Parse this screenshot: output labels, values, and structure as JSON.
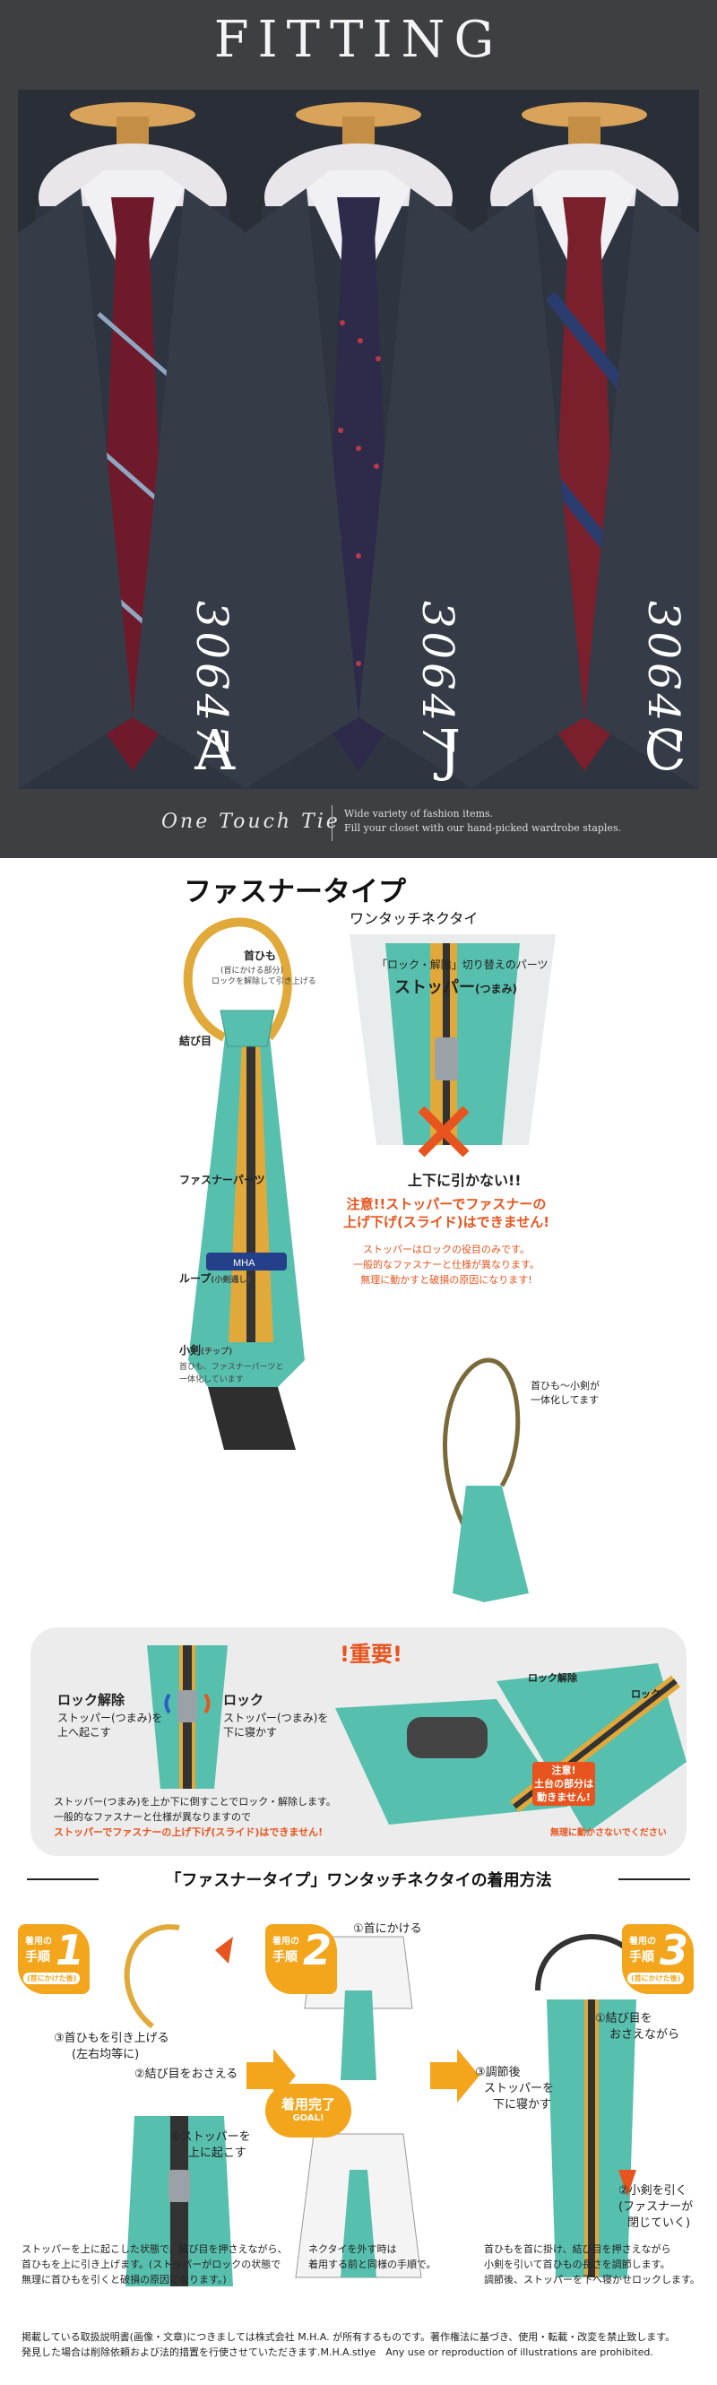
{
  "fitting": {
    "title": "FITTING",
    "panels": [
      {
        "code": "30647",
        "letter": "A",
        "tie_color": "#6e1a2b",
        "stripe_color": "#8fa7c2"
      },
      {
        "code": "30647",
        "letter": "J",
        "tie_color": "#2d2a4a",
        "stripe_color": "#b83a4a"
      },
      {
        "code": "30647",
        "letter": "C",
        "tie_color": "#7a1f2c",
        "stripe_color": "#2a3c6e"
      }
    ],
    "script_text": "One Touch Tie",
    "tagline_1": "Wide variety of fashion items.",
    "tagline_2": "Fill your closet with our hand-picked wardrobe staples."
  },
  "zipper": {
    "title": "ファスナータイプ",
    "subtitle": "ワンタッチネクタイ",
    "neck_strap": "首ひも",
    "neck_strap_note_1": "(首にかける部分)",
    "neck_strap_note_2": "ロックを解除して引き上げる",
    "knot": "結び目",
    "zipper_parts": "ファスナーパーツ",
    "loop": "ループ",
    "loop_note": "(小剣通し)",
    "tip": "小剣",
    "tip_note": "(チップ)",
    "tip_desc_1": "首ひも、ファスナーパーツと",
    "tip_desc_2": "一体化しています",
    "switch_parts": "「ロック・解除」切り替えのパーツ",
    "stopper": "ストッパー",
    "stopper_knob": "(つまみ)",
    "do_not_pull": "上下に引かない!!",
    "warn_1": "注意!!ストッパーでファスナーの",
    "warn_2": "上げ下げ(スライド)はできません!",
    "note_1": "ストッパーはロックの役目のみです。",
    "note_2": "一般的なファスナーと仕様が異なります。",
    "note_3": "無理に動かすと破損の原因になります!",
    "integrated_1": "首ひも〜小剣が",
    "integrated_2": "一体化してます",
    "brand": "MHA"
  },
  "important": {
    "title": "!重要!",
    "unlock": "ロック解除",
    "unlock_desc_1": "ストッパー(つまみ)を",
    "unlock_desc_2": "上へ起こす",
    "lock": "ロック",
    "lock_desc_1": "ストッパー(つまみ)を",
    "lock_desc_2": "下に寝かす",
    "note_1": "ストッパー(つまみ)を上か下に倒すことでロック・解除します。",
    "note_2": "一般的なファスナーと仕様が異なりますので",
    "note_3": "ストッパーでファスナーの上げ下げ(スライド)はできません!",
    "lock_release": "ロック解除",
    "lock_label": "ロック",
    "caution_1": "注意!",
    "caution_2": "土台の部分は",
    "caution_3": "動きません!",
    "caution_4": "無理に動かさないでください"
  },
  "howto": {
    "title": "「ファスナータイプ」ワンタッチネクタイの着用方法",
    "step_label": "着用の",
    "step_word": "手順",
    "step_tag": "(首にかけた後)",
    "steps": [
      {
        "num": "1",
        "a": "③首ひもを引き上げる",
        "b": "(左右均等に)",
        "c": "②結び目をおさえる",
        "d": "①ストッパーを",
        "e": "上に起こす"
      },
      {
        "num": "2",
        "a": "①首にかける",
        "done": "着用完了",
        "goal": "GOAL!"
      },
      {
        "num": "3",
        "a": "①結び目を",
        "b": "おさえながら",
        "c": "③調節後",
        "d": "ストッパーを",
        "e": "下に寝かす",
        "f": "②小剣を引く",
        "g": "(ファスナーが",
        "h": "閉じていく)"
      }
    ],
    "desc1_1": "ストッパーを上に起こした状態で、結び目を押さえながら、",
    "desc1_2": "首ひもを上に引き上げます。(ストッパーがロックの状態で",
    "desc1_3": "無理に首ひもを引くと破損の原因になります。)",
    "desc2_1": "ネクタイを外す時は",
    "desc2_2": "着用する前と同様の手順で。",
    "desc3_1": "首ひもを首に掛け、結び目を押さえながら",
    "desc3_2": "小剣を引いて首ひもの長さを調節します。",
    "desc3_3": "調節後、ストッパーを下へ寝かせロックします。"
  },
  "footer": {
    "line_1": "掲載している取扱説明書(画像・文章)につきましては株式会社 M.H.A. が所有するものです。著作権法に基づき、使用・転載・改変を禁止致します。",
    "line_2": "発見した場合は削除依頼および法的措置を行使させていただきます.M.H.A.stlye　Any use or reproduction of illustrations are prohibited."
  },
  "colors": {
    "orange": "#f3a51b",
    "red": "#e8541e",
    "teal": "#57bfae",
    "mustard": "#e1a93a"
  }
}
